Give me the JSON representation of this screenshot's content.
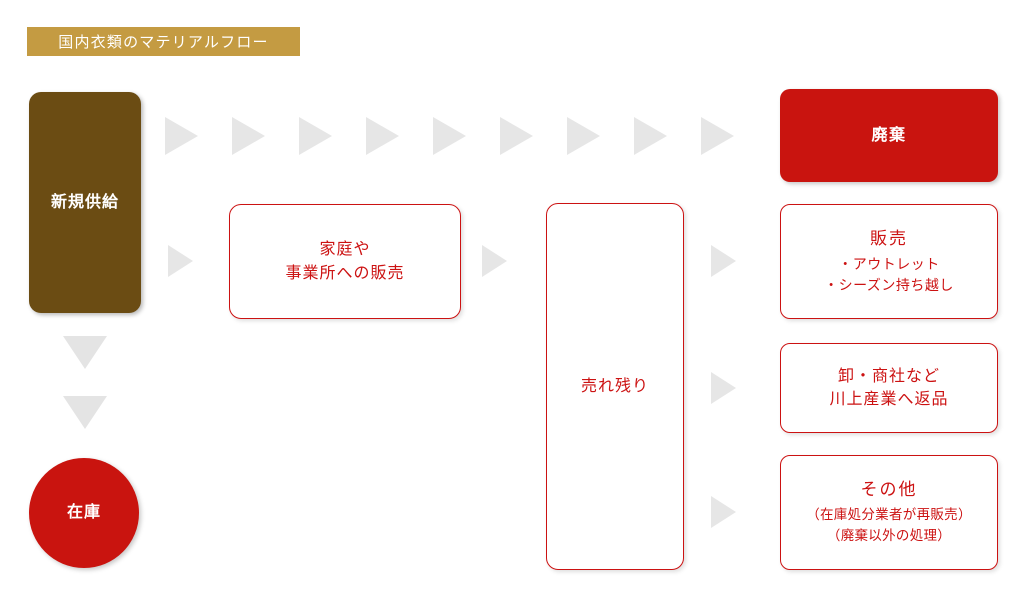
{
  "diagram": {
    "title": "国内衣類のマテリアルフロー",
    "title_bg_color": "#c49b42",
    "accent_red": "#c9140f",
    "accent_brown": "#6b4c13",
    "arrow_color": "#e6e6e6"
  },
  "nodes": {
    "supply": {
      "label": "新規供給"
    },
    "stock": {
      "label": "在庫"
    },
    "sales": {
      "line1": "家庭や",
      "line2": "事業所への販売"
    },
    "unsold": {
      "label": "売れ残り"
    },
    "disposal": {
      "label": "廃棄"
    },
    "resale": {
      "heading": "販売",
      "bullet1": "・アウトレット",
      "bullet2": "・シーズン持ち越し"
    },
    "return_upstream": {
      "line1": "卸・商社など",
      "line2": "川上産業へ返品"
    },
    "other": {
      "heading": "その他",
      "note1": "（在庫処分業者が再販売）",
      "note2": "（廃棄以外の処理）"
    }
  },
  "arrows": {
    "dotted_flow_count": 9,
    "supply_to_sales": "arrow-right",
    "sales_to_unsold": "arrow-right",
    "unsold_to_resale": "arrow-right",
    "unsold_to_return": "arrow-right",
    "unsold_to_other": "arrow-right",
    "supply_to_stock_1": "arrow-down",
    "supply_to_stock_2": "arrow-down"
  }
}
